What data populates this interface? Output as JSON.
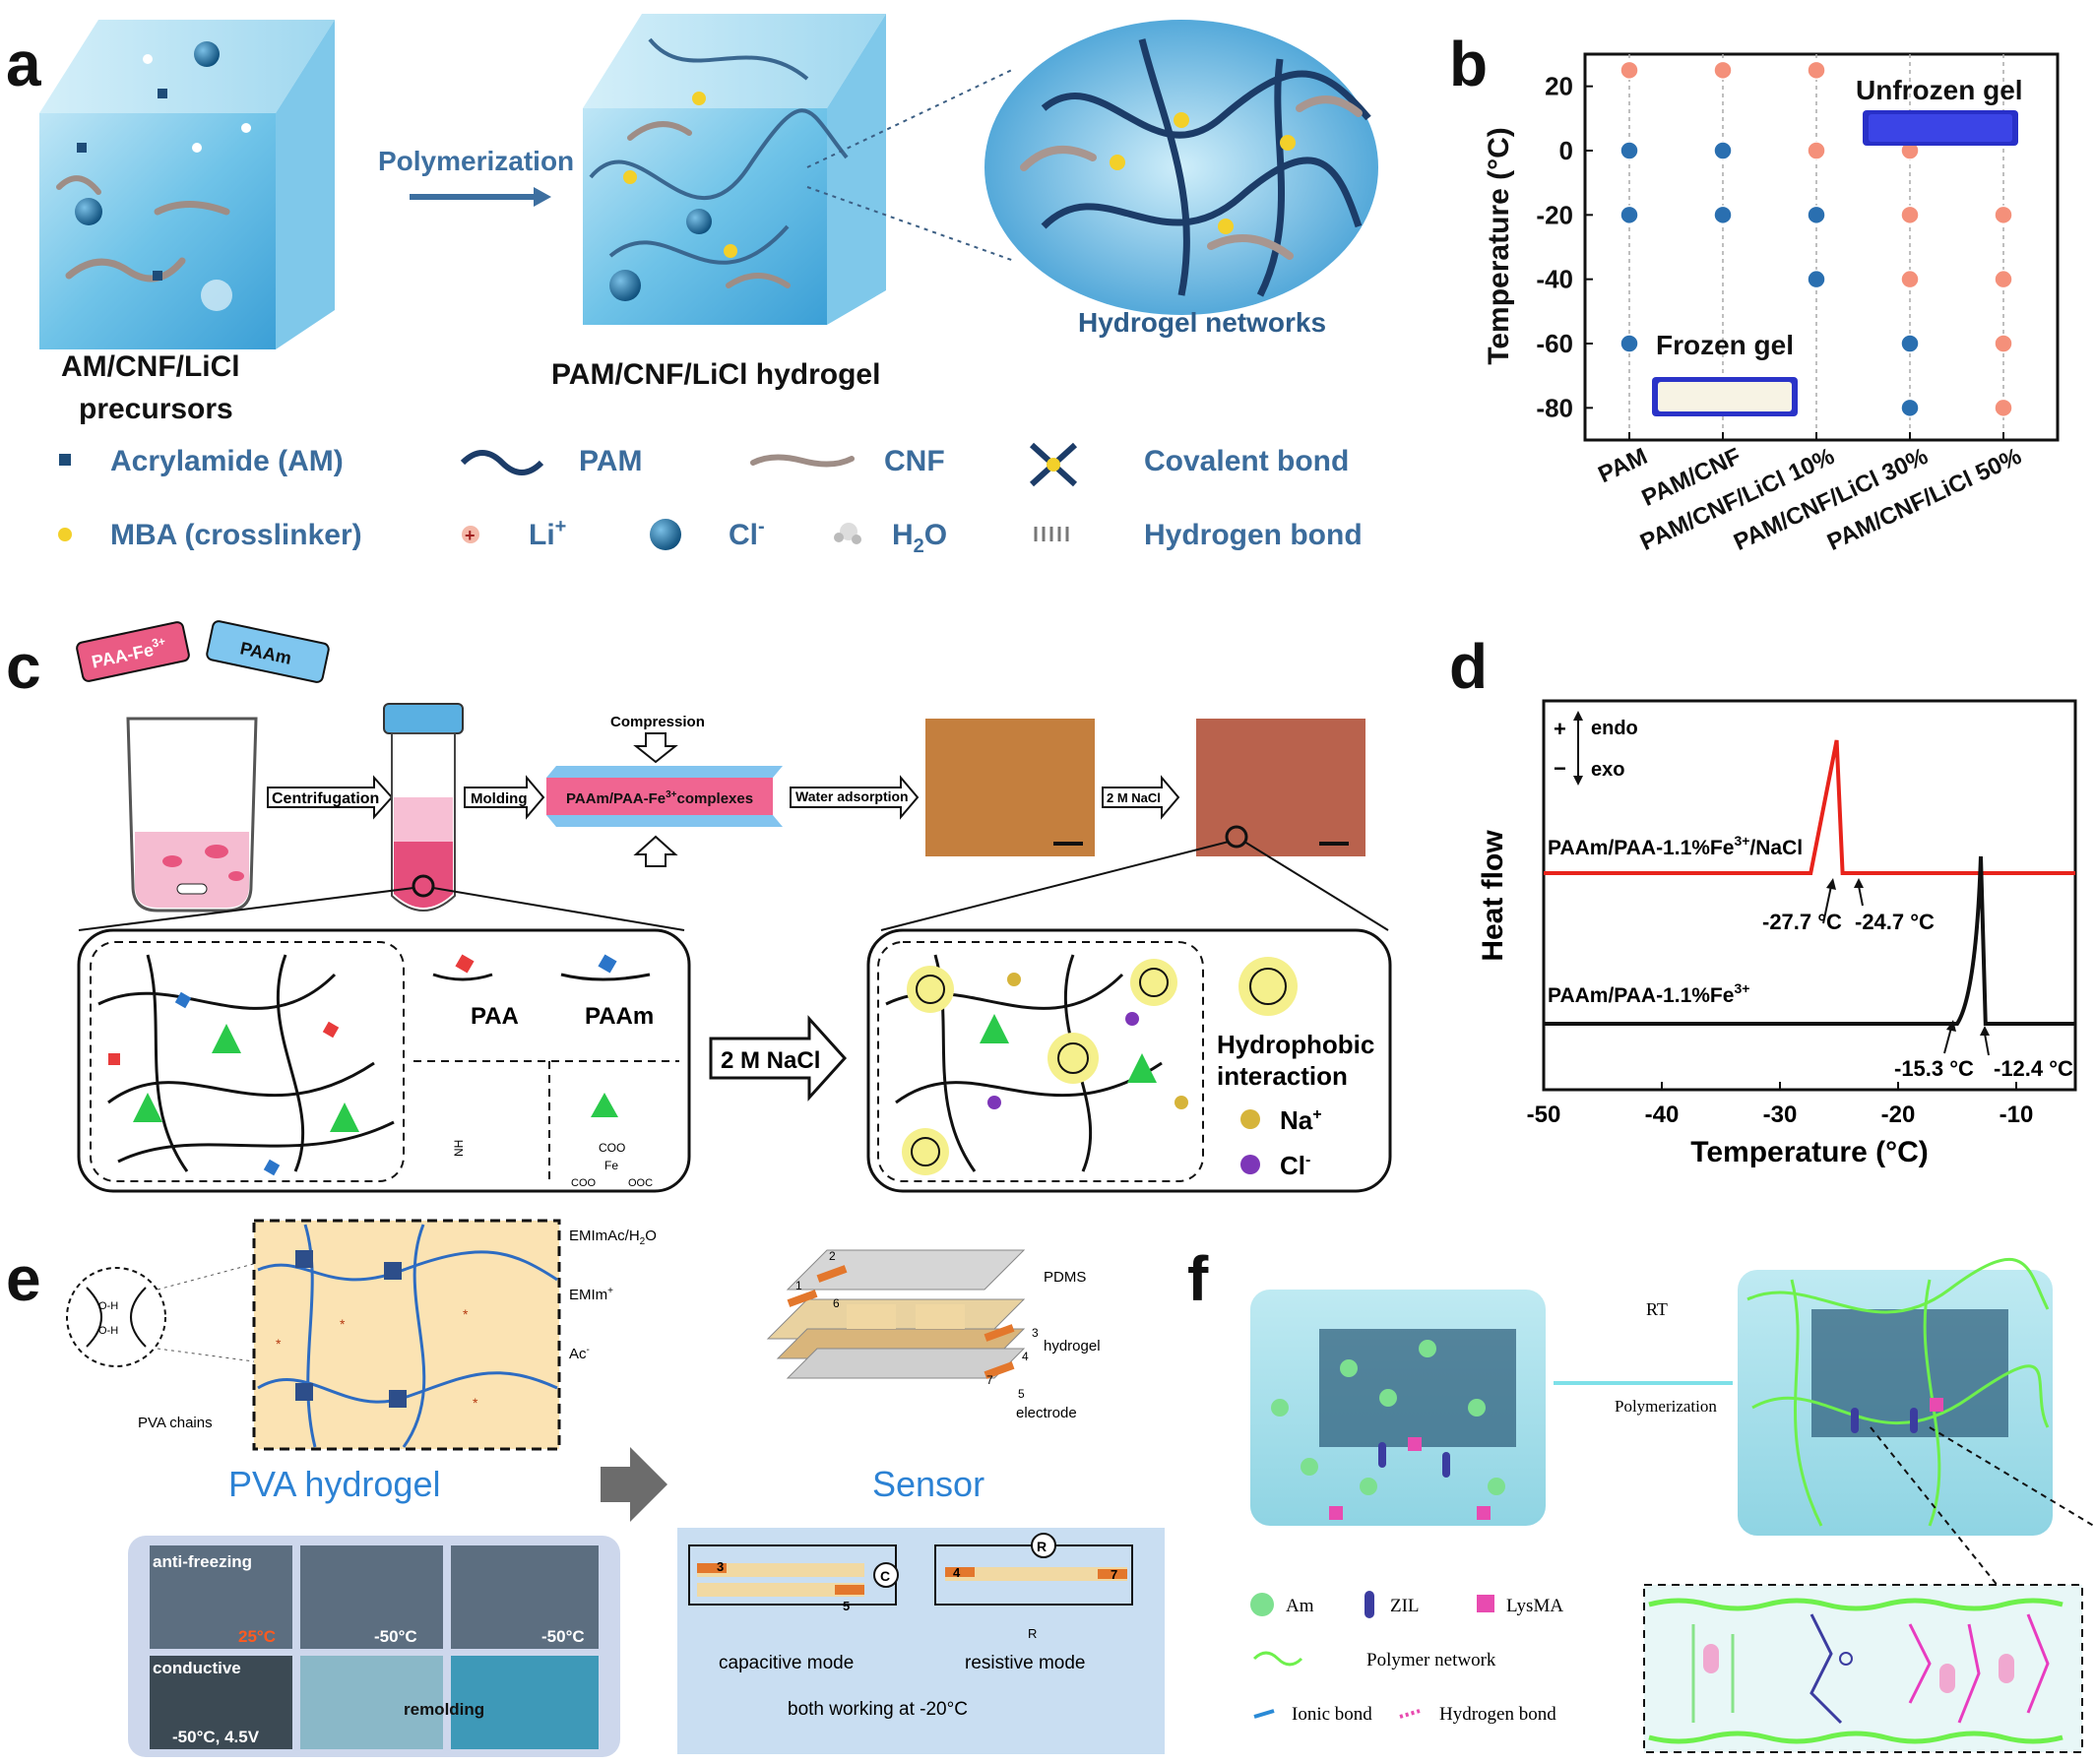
{
  "labels": {
    "a": "a",
    "b": "b",
    "c": "c",
    "d": "d",
    "e": "e",
    "f": "f"
  },
  "panel_a": {
    "arrow_label": "Polymerization",
    "precursor_label_1": "AM/CNF/LiCl",
    "precursor_label_2": "precursors",
    "hydrogel_label": "PAM/CNF/LiCl hydrogel",
    "network_label": "Hydrogel networks",
    "legend": {
      "am": "Acrylamide  (AM)",
      "pam": "PAM",
      "cnf": "CNF",
      "covalent": "Covalent bond",
      "mba": "MBA (crosslinker)",
      "li": "Li",
      "li_sup": "+",
      "cl": "Cl",
      "cl_sup": "-",
      "h2o_h": "H",
      "h2o_sub": "2",
      "h2o_o": "O",
      "hbond": "Hydrogen bond"
    }
  },
  "chart_data": {
    "type": "scatter",
    "categories": [
      "PAM",
      "PAM/CNF",
      "PAM/CNF/LiCl 10%",
      "PAM/CNF/LiCl 30%",
      "PAM/CNF/LiCl 50%"
    ],
    "ylabel": "Temperature (°C)",
    "yticks": [
      "20",
      "0",
      "-20",
      "-40",
      "-60",
      "-80"
    ],
    "ylim": [
      -90,
      30
    ],
    "annotations": {
      "unfrozen": "Unfrozen gel",
      "frozen": "Frozen gel"
    },
    "colors": {
      "frozen": "#2a6fb0",
      "unfrozen": "#f4907a"
    },
    "points": [
      {
        "cat": 0,
        "t": 25,
        "state": "unfrozen"
      },
      {
        "cat": 0,
        "t": 0,
        "state": "frozen"
      },
      {
        "cat": 0,
        "t": -20,
        "state": "frozen"
      },
      {
        "cat": 0,
        "t": -60,
        "state": "frozen"
      },
      {
        "cat": 1,
        "t": 25,
        "state": "unfrozen"
      },
      {
        "cat": 1,
        "t": 0,
        "state": "frozen"
      },
      {
        "cat": 1,
        "t": -20,
        "state": "frozen"
      },
      {
        "cat": 2,
        "t": 25,
        "state": "unfrozen"
      },
      {
        "cat": 2,
        "t": 0,
        "state": "unfrozen"
      },
      {
        "cat": 2,
        "t": -20,
        "state": "frozen"
      },
      {
        "cat": 2,
        "t": -40,
        "state": "frozen"
      },
      {
        "cat": 3,
        "t": 0,
        "state": "unfrozen"
      },
      {
        "cat": 3,
        "t": -20,
        "state": "unfrozen"
      },
      {
        "cat": 3,
        "t": -40,
        "state": "unfrozen"
      },
      {
        "cat": 3,
        "t": -60,
        "state": "frozen"
      },
      {
        "cat": 3,
        "t": -80,
        "state": "frozen"
      },
      {
        "cat": 4,
        "t": -20,
        "state": "unfrozen"
      },
      {
        "cat": 4,
        "t": -40,
        "state": "unfrozen"
      },
      {
        "cat": 4,
        "t": -60,
        "state": "unfrozen"
      },
      {
        "cat": 4,
        "t": -80,
        "state": "unfrozen"
      }
    ]
  },
  "panel_c": {
    "tube1": "PAA-Fe",
    "tube1_sup": "3+",
    "tube2": "PAAm",
    "step1": "Centrifugation",
    "step2": "Molding",
    "compression": "Compression",
    "complex": "PAAm/PAA-Fe",
    "complex_sup": "3+",
    "complex_tail": "complexes",
    "step3": "Water adsorption",
    "step4": "2 M  NaCl",
    "paa": "PAA",
    "paam": "PAAm",
    "big_arrow": "2 M NaCl",
    "hydrophobic_1": "Hydrophobic",
    "hydrophobic_2": "interaction",
    "na": "Na",
    "na_sup": "+",
    "cl": "Cl",
    "cl_sup": "-",
    "nh2": "NH",
    "fe": "Fe",
    "coo": "COO",
    "ooc": "OOC"
  },
  "panel_d": {
    "ylabel": "Heat flow",
    "xlabel": "Temperature (°C)",
    "xticks": [
      "-50",
      "-40",
      "-30",
      "-20",
      "-10"
    ],
    "endo": "endo",
    "exo": "exo",
    "plus": "+",
    "minus": "−",
    "series_top": "PAAm/PAA-1.1%Fe",
    "series_top_sup": "3+",
    "series_top_tail": "/NaCl",
    "series_bottom": "PAAm/PAA-1.1%Fe",
    "series_bottom_sup": "3+",
    "ann1": "-27.7 °C",
    "ann2": "-24.7 °C",
    "ann3": "-15.3 °C",
    "ann4": "-12.4 °C",
    "colors": {
      "top": "#e8231b",
      "bottom": "#111111"
    }
  },
  "panel_e": {
    "emimac": "EMImAc/H",
    "emimac_sub": "2",
    "emimac_o": "O",
    "emim": "EMIm",
    "emim_sup": "+",
    "ac": "Ac",
    "ac_sup": "-",
    "pva_chains": "PVA chains",
    "pva_title": "PVA hydrogel",
    "sensor_title": "Sensor",
    "pdms": "PDMS",
    "hydrogel": "hydrogel",
    "electrode": "electrode",
    "n1": "1",
    "n2": "2",
    "n3": "3",
    "n4": "4",
    "n5": "5",
    "n6": "6",
    "n7": "7",
    "anti": "anti-freezing",
    "t25": "25°C",
    "t50a": "-50°C",
    "t50b": "-50°C",
    "conductive": "conductive",
    "remolding": "remolding",
    "cond_caption": "-50°C, 4.5V",
    "cap_mode": "capacitive mode",
    "res_mode": "resistive mode",
    "both": "both working at -20°C",
    "c_sym": "C",
    "r_sym": "R",
    "r_small": "R"
  },
  "panel_f": {
    "rt": "RT",
    "polymerization": "Polymerization",
    "am": "Am",
    "zil": "ZIL",
    "lysma": "LysMA",
    "network": "Polymer network",
    "ionic": "Ionic bond",
    "hbond": "Hydrogen bond"
  }
}
